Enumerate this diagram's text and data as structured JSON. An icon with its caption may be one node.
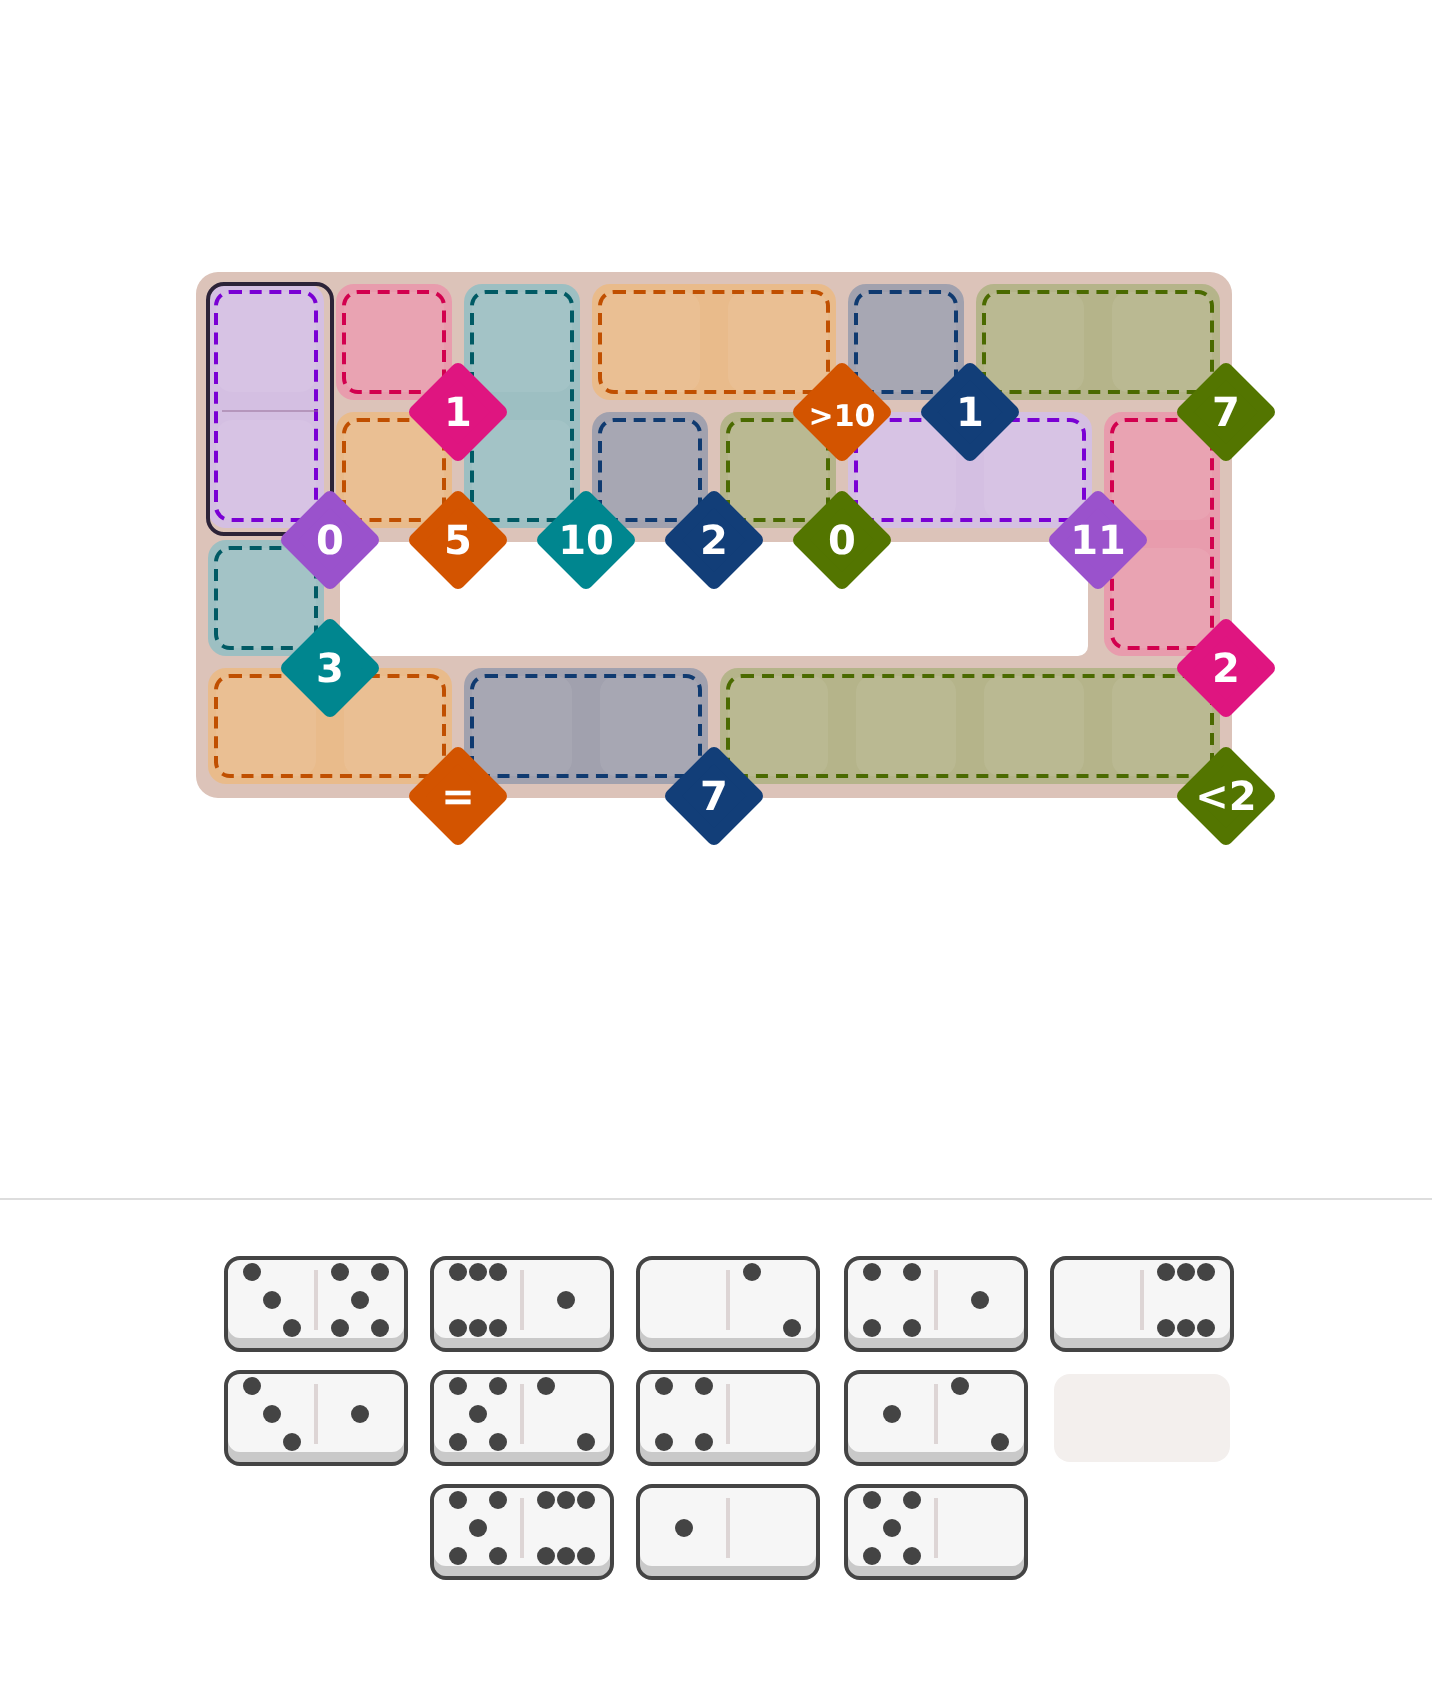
{
  "diagram": {
    "nodes": [
      {
        "text": [
          "0"
        ]
      },
      {
        "text": [
          "1"
        ]
      },
      {
        "text": [
          "10"
        ]
      },
      {
        "text": [
          ">10"
        ]
      },
      {
        "text": [
          "1"
        ]
      },
      {
        "text": [
          "7"
        ]
      },
      {
        "text": [
          "5"
        ]
      },
      {
        "text": [
          "2"
        ]
      },
      {
        "text": [
          "0"
        ]
      },
      {
        "text": [
          "11"
        ]
      },
      {
        "text": [
          "2"
        ]
      },
      {
        "text": [
          "3"
        ]
      },
      {
        "text": [
          "="
        ]
      },
      {
        "text": [
          "7"
        ]
      },
      {
        "text": [
          "<2"
        ]
      },
      {
        "text": [],
        "shape": "box"
      },
      {
        "text": [],
        "shape": "box"
      },
      {
        "text": [],
        "shape": "box"
      },
      {
        "text": [],
        "shape": "box"
      },
      {
        "text": [],
        "shape": "box"
      },
      {
        "text": [],
        "shape": "box"
      },
      {
        "text": [],
        "shape": "box"
      },
      {
        "text": [],
        "shape": "box"
      },
      {
        "text": [],
        "shape": "box"
      },
      {
        "text": [],
        "shape": "box"
      },
      {
        "text": [],
        "shape": "box"
      },
      {
        "text": [],
        "shape": "box"
      },
      {
        "text": [],
        "shape": "box"
      },
      {
        "text": [],
        "shape": "box"
      }
    ]
  }
}
